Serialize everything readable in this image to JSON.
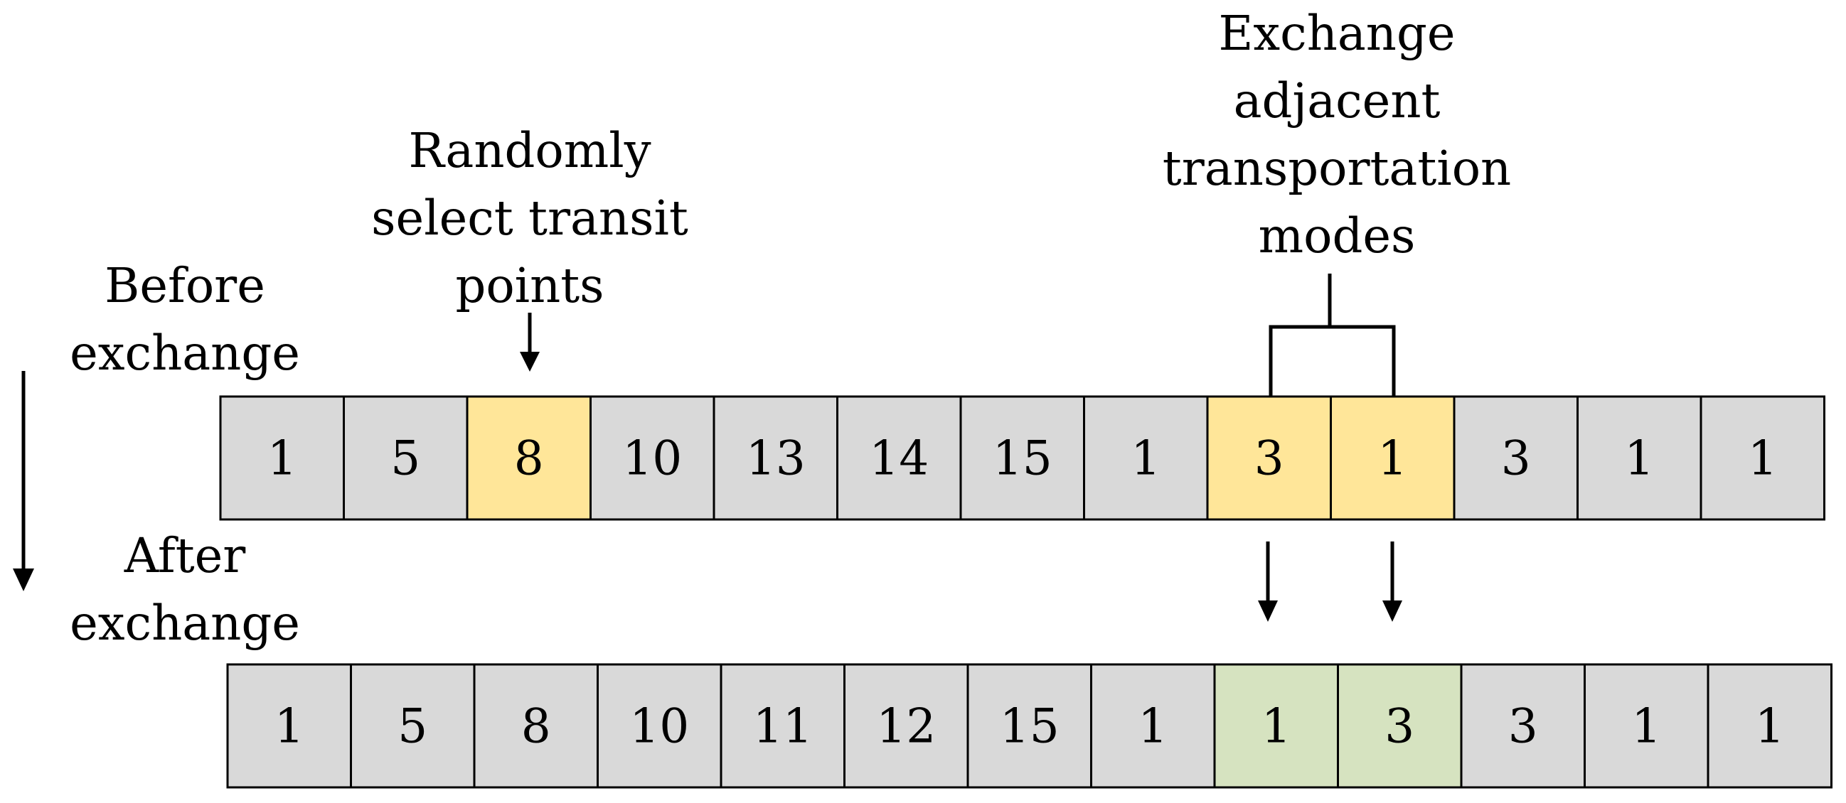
{
  "labels": {
    "before": [
      "Before",
      "exchange"
    ],
    "after": [
      "After",
      "exchange"
    ],
    "random_select": [
      "Randomly",
      "select transit",
      "points"
    ],
    "exchange_modes": [
      "Exchange",
      "adjacent",
      "transportation",
      "modes"
    ]
  },
  "rows": {
    "before": {
      "values": [
        "1",
        "5",
        "8",
        "10",
        "13",
        "14",
        "15",
        "1",
        "3",
        "1",
        "3",
        "1",
        "1"
      ],
      "highlight": [
        2,
        8,
        9
      ]
    },
    "after": {
      "values": [
        "1",
        "5",
        "8",
        "10",
        "11",
        "12",
        "15",
        "1",
        "1",
        "3",
        "3",
        "1",
        "1"
      ],
      "highlight": [
        8,
        9
      ]
    }
  },
  "colors": {
    "cell_default": "#d9d9d9",
    "highlight_before": "#ffe699",
    "highlight_after": "#d6e3c0",
    "stroke": "#000000"
  }
}
